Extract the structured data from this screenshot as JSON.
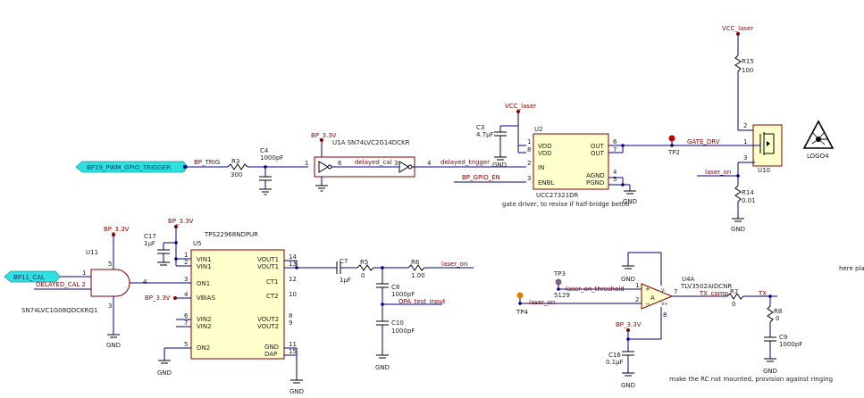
{
  "labels": {
    "bp19": "BP19_PWM_GPIO_TRIGGER",
    "bp_trig": "BP_TRIG",
    "r3": "R3",
    "r3_val": "300",
    "c4": "C4",
    "c4_val": "1000pF",
    "u1a_pwr": "BP_3.3V",
    "u1a": "U1A SN74LVC2G14DCKR",
    "pin1": "1",
    "pin6": "6",
    "pin3": "3",
    "pin4": "4",
    "delayed_cal": "delayed_cal",
    "delayed_trigger": "delayed_trigger",
    "bp_gpio_en": "BP_GPIO_EN",
    "c3": "C3",
    "c3_val": "4.7µF",
    "vcc_laser_u2": "VCC_laser",
    "u2": "U2",
    "u2_vdd1": "VDD",
    "u2_vdd2": "VDD",
    "u2_in": "IN",
    "u2_enbl": "ENBL",
    "u2_out1": "OUT",
    "u2_out2": "OUT",
    "u2_agnd": "AGND",
    "u2_pgnd": "PGND",
    "u2_p1": "1",
    "u2_p8": "8",
    "u2_p2": "2",
    "u2_p3": "3",
    "u2_p6": "6",
    "u2_p7": "7",
    "u2_p4": "4",
    "u2_p5": "5",
    "u2_part": "UCC27321DR",
    "u2_note": "gate driver, to revise if half-bridge better",
    "gnd": "GND",
    "tp2": "TP2",
    "gate_drv": "GATE_DRV",
    "vcc_laser_top": "VCC_laser",
    "r15": "R15",
    "r15_val": "100",
    "u10": "U10",
    "u10_p1": "1",
    "u10_p2": "2",
    "u10_p3": "3",
    "laser_on_u10": "laser_on",
    "r14": "R14",
    "r14_val": "0.01",
    "logo": "LOGO4",
    "u11_pwr": "BP_3.3V",
    "u11": "U11",
    "bp11_cal": "BP11_CAL",
    "delayed_cal2": "DELAYED_CAL 2",
    "u11_p1": "1",
    "u11_p4": "4",
    "u11_p5": "5",
    "u11_p3": "3",
    "u11_part": "SN74LVC1G08QDCKRQ1",
    "c17": "C17",
    "c17_val": "1µF",
    "u5_pwr": "BP_3.3V",
    "u5_part": "TPS22968NDPUR",
    "u5": "U5",
    "u5_vin1a": "VIN1",
    "u5_vin1b": "VIN1",
    "u5_on1": "ON1",
    "u5_vbias": "VBIAS",
    "u5_vin2a": "VIN2",
    "u5_vin2b": "VIN2",
    "u5_on2": "ON2",
    "u5_vout1a": "VOUT1",
    "u5_vout1b": "VOUT1",
    "u5_ct1": "CT1",
    "u5_ct2": "CT2",
    "u5_vout2a": "VOUT2",
    "u5_vout2b": "VOUT2",
    "u5_gnd": "GND",
    "u5_dap": "DAP",
    "u5_p1": "1",
    "u5_p2": "2",
    "u5_p3": "3",
    "u5_p4": "4",
    "u5_p6": "6",
    "u5_p7": "7",
    "u5_p5": "5",
    "u5_p14": "14",
    "u5_p13": "13",
    "u5_p12": "12",
    "u5_p10": "10",
    "u5_p8": "8",
    "u5_p9": "9",
    "u5_p11": "11",
    "u5_p15": "15",
    "bp33_vbias": "BP_3.3V",
    "c7": "C7",
    "c7_val": "1µF",
    "r5": "R5",
    "r5_val": "0",
    "r6": "R6",
    "r6_val": "1.00",
    "laser_on_r6": "laser_on",
    "c8": "C8",
    "c8_val": "1000pF",
    "opa_test": "OPA_test_input",
    "c10": "C10",
    "c10_val": "1000pF",
    "tp3": "TP3",
    "tp3_val": "5129",
    "laser_on_threshold": "laser_on_threshold",
    "tp4": "TP4",
    "laser_on_tp4": "laser_on",
    "u4a": "U4A",
    "u4a_part": "TLV3502AIDCNR",
    "u4a_p1": "1",
    "u4a_p2": "2",
    "u4a_p7": "7",
    "u4a_p8": "8",
    "u4a_pinA": "A",
    "u4a_vminus": "V-",
    "u4a_vplus": "V+",
    "u4a_plus": "+",
    "u4a_minus": "−",
    "bp33_u4": "BP_3.3V",
    "c16": "C16",
    "c16_val": "0.1µF",
    "tx_comp": "TX_comp",
    "r7": "R7",
    "r7_val": "0",
    "tx": "TX",
    "r8": "R8",
    "r8_val": "0",
    "c9": "C9",
    "c9_val": "1000pF",
    "rc_note": "make the RC not mounted, provision against ringing",
    "here_place": "here plac"
  },
  "colors": {
    "wire": "#000080",
    "ic_body": "#ffffcc",
    "ic_outline": "#800000",
    "net_tag": "#2ee0e0",
    "testpoint_red": "#c00000",
    "testpoint_orange": "#e08000",
    "testpoint_purple": "#806080"
  }
}
